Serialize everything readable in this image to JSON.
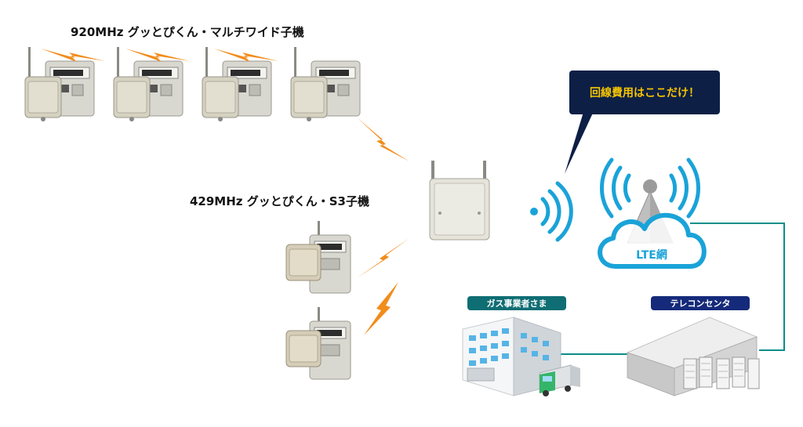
{
  "labels": {
    "top_group": "920MHz グッとぴくん・マルチワイド子機",
    "lower_group": "429MHz グッとぴくん・S3子機",
    "callout": "回線費用はここだけ！",
    "lte": "LTE網",
    "gas_company": "ガス事業者さま",
    "telecon": "テレコンセンタ"
  },
  "colors": {
    "lightning": "#f28c1b",
    "callout_bg": "#0d1f45",
    "callout_text": "#f5c400",
    "gas_badge": "#0f6e74",
    "telecon_badge": "#152a7a",
    "cloud_stroke": "#1aa3d8",
    "line": "#0a8f8a"
  },
  "icons": [
    "meter-with-radio-icon",
    "gateway-unit-icon",
    "lightning-icon",
    "wifi-wave-icon",
    "radio-tower-icon",
    "cloud-icon",
    "office-building-icon",
    "truck-icon",
    "data-center-icon"
  ]
}
